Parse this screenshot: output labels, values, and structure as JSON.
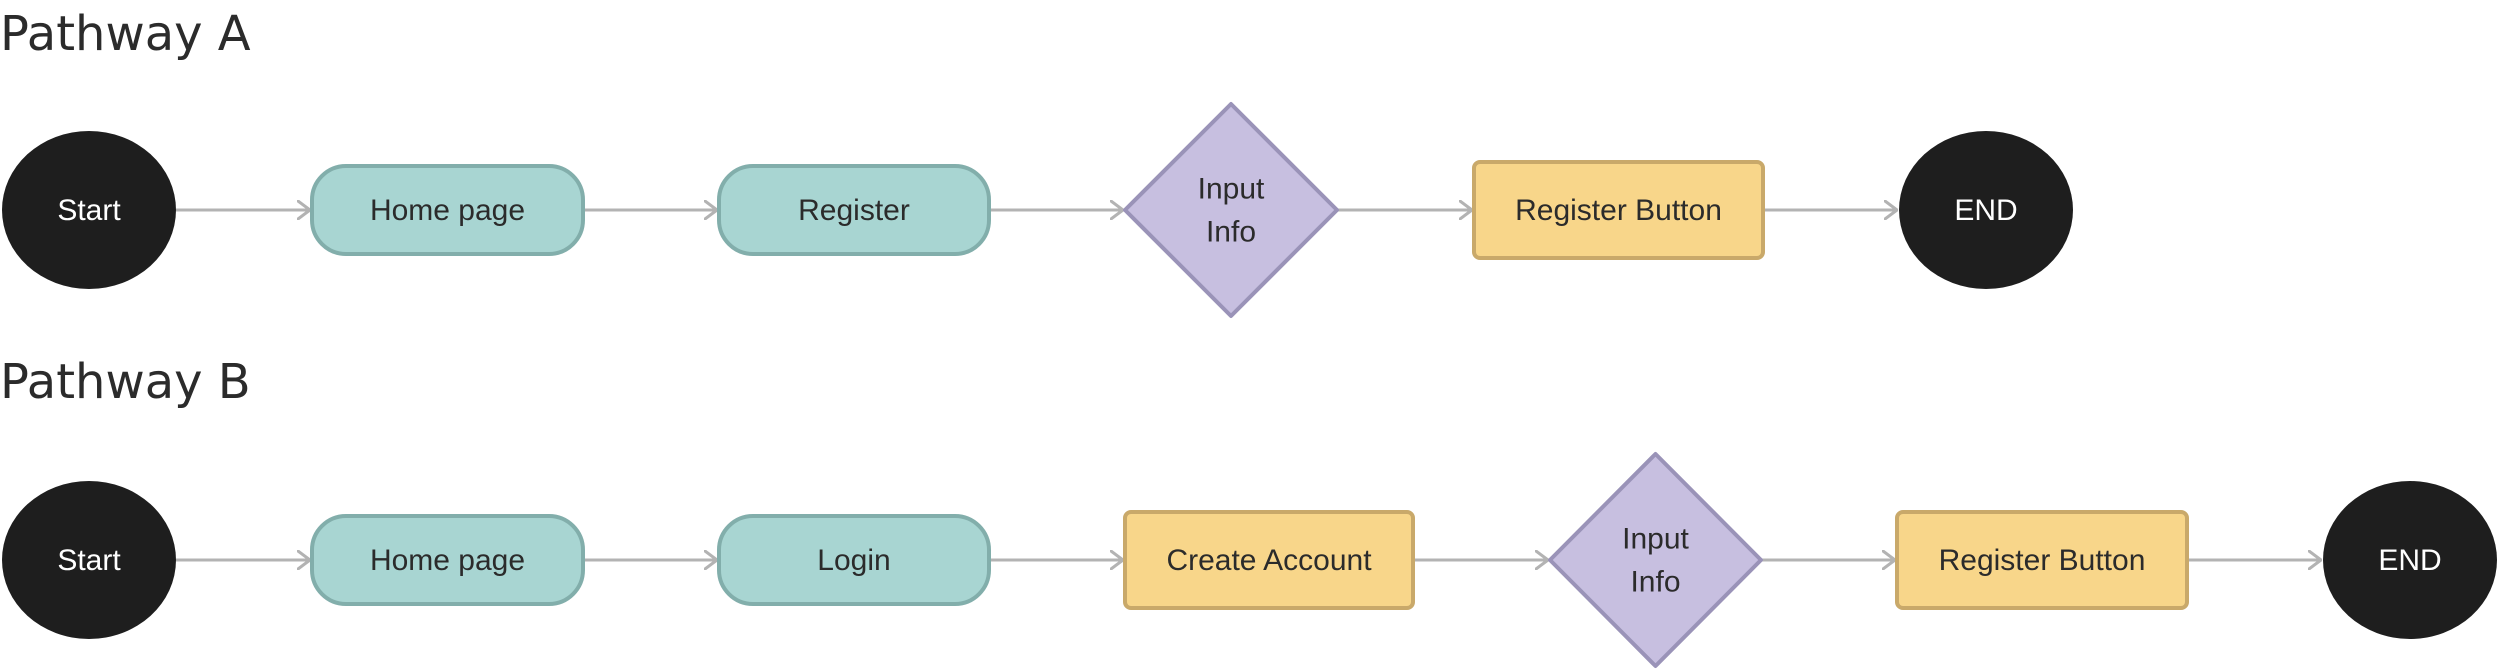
{
  "colors": {
    "terminal_fill": "#1e1e1e",
    "terminal_text": "#ffffff",
    "page_fill": "#a8d5d2",
    "page_stroke": "#82aeab",
    "action_fill": "#f8d68a",
    "action_stroke": "#c9a96a",
    "decision_fill": "#c7bfe0",
    "decision_stroke": "#9a93b8",
    "text": "#2b2b2b",
    "arrow": "#b3b3b3"
  },
  "pathways": [
    {
      "title": "Pathway A",
      "nodes": [
        {
          "label": "Start",
          "shape": "terminal"
        },
        {
          "label": "Home page",
          "shape": "page"
        },
        {
          "label": "Register",
          "shape": "page"
        },
        {
          "label": "Input\nInfo",
          "shape": "decision"
        },
        {
          "label": "Register Button",
          "shape": "action"
        },
        {
          "label": "END",
          "shape": "terminal"
        }
      ]
    },
    {
      "title": "Pathway B",
      "nodes": [
        {
          "label": "Start",
          "shape": "terminal"
        },
        {
          "label": "Home page",
          "shape": "page"
        },
        {
          "label": "Login",
          "shape": "page"
        },
        {
          "label": "Create Account",
          "shape": "action"
        },
        {
          "label": "Input\nInfo",
          "shape": "decision"
        },
        {
          "label": "Register Button",
          "shape": "action"
        },
        {
          "label": "END",
          "shape": "terminal"
        }
      ]
    }
  ]
}
